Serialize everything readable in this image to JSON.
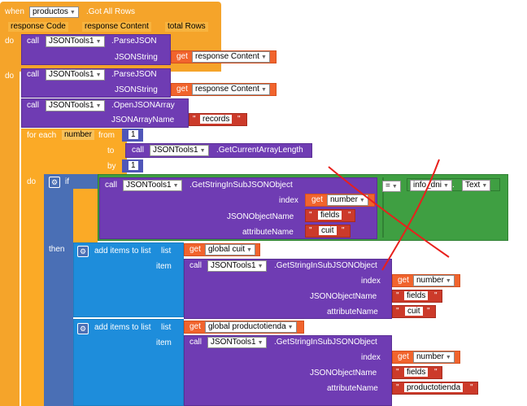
{
  "event": {
    "when": "when",
    "component": "productos",
    "event_name": ".Got All Rows",
    "params": [
      "response Code",
      "response Content",
      "total Rows"
    ],
    "do": "do"
  },
  "blocks": {
    "call": "call",
    "get": "get",
    "component": "JSONTools1",
    "parse": ".ParseJSON",
    "jsonstring_label": "JSONString",
    "response_content": "response Content",
    "open_array": ".OpenJSONArray",
    "jsonarrayname_label": "JSONArrayName",
    "records": "records",
    "foreach": "for each",
    "number_var": "number",
    "from": "from",
    "to": "to",
    "by": "by",
    "from_val": "1",
    "by_val": "1",
    "get_length": ".GetCurrentArrayLength",
    "do": "do",
    "if": "if",
    "then": "then",
    "get_string": ".GetStringInSubJSONObject",
    "index_label": "index",
    "jsonobjectname_label": "JSONObjectName",
    "attributename_label": "attributeName",
    "fields": "fields",
    "cuit": "cuit",
    "productotienda": "productotienda",
    "eq": "=",
    "info_dni": "info_dni",
    "text_prop": "Text",
    "add_items": "add items to list",
    "list_label": "list",
    "item_label": "item",
    "global_cuit": "global cuit",
    "global_productotienda": "global productotienda",
    "quote": "\""
  },
  "colors": {
    "event": "#f5a42a",
    "component": "#6f3cb3",
    "text": "#cc3a2a",
    "variable": "#f1642d",
    "list": "#1e8ddb",
    "logic": "#3f9f42",
    "annotation": "#e8201c"
  }
}
